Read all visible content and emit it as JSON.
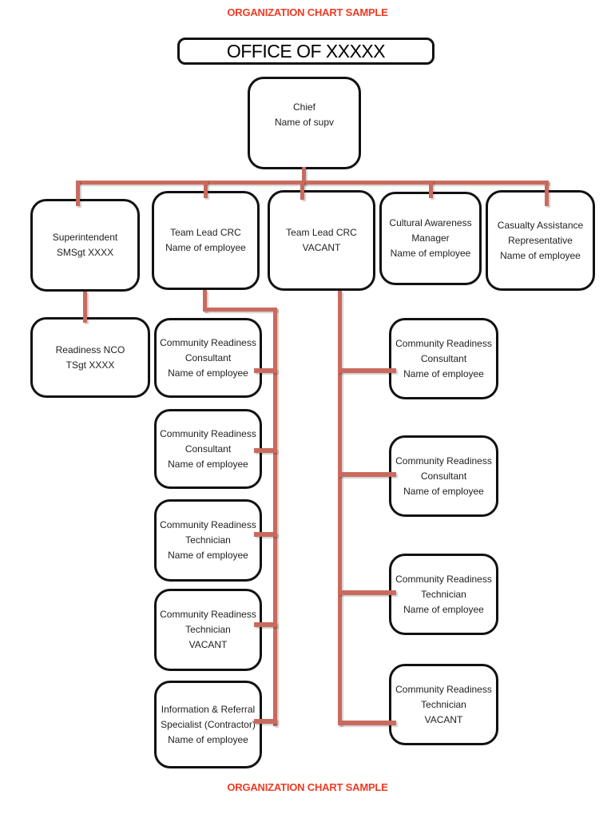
{
  "titles": {
    "top": "ORGANIZATION CHART SAMPLE",
    "bottom": "ORGANIZATION CHART SAMPLE"
  },
  "office": {
    "label": "OFFICE OF XXXXX"
  },
  "colors": {
    "connector": "#c96a5e",
    "title": "#ee3b23",
    "border": "#111111",
    "text": "#1f1f1f"
  },
  "nodes": {
    "chief": {
      "lines": [
        "Chief",
        "Name of supv"
      ]
    },
    "level2": [
      {
        "lines": [
          "Superintendent",
          "SMSgt XXXX"
        ]
      },
      {
        "lines": [
          "Team Lead CRC",
          "Name of employee"
        ]
      },
      {
        "lines": [
          "Team Lead CRC",
          "VACANT"
        ]
      },
      {
        "lines": [
          "Cultural Awareness",
          "Manager",
          "Name of employee"
        ]
      },
      {
        "lines": [
          "Casualty Assistance",
          "Representative",
          "Name of employee"
        ]
      }
    ],
    "readiness_nco": {
      "lines": [
        "Readiness NCO",
        "TSgt XXXX"
      ]
    },
    "team1_reports": [
      {
        "lines": [
          "Community Readiness",
          "Consultant",
          "Name of employee"
        ]
      },
      {
        "lines": [
          "Community Readiness",
          "Consultant",
          "Name of employee"
        ]
      },
      {
        "lines": [
          "Community Readiness",
          "Technician",
          "Name of employee"
        ]
      },
      {
        "lines": [
          "Community Readiness",
          "Technician",
          "VACANT"
        ]
      },
      {
        "lines": [
          "Information & Referral",
          "Specialist (Contractor)",
          "Name of employee"
        ]
      }
    ],
    "team2_reports": [
      {
        "lines": [
          "Community Readiness",
          "Consultant",
          "Name of employee"
        ]
      },
      {
        "lines": [
          "Community Readiness",
          "Consultant",
          "Name of employee"
        ]
      },
      {
        "lines": [
          "Community Readiness",
          "Technician",
          "Name of employee"
        ]
      },
      {
        "lines": [
          "Community Readiness",
          "Technician",
          "VACANT"
        ]
      }
    ]
  }
}
